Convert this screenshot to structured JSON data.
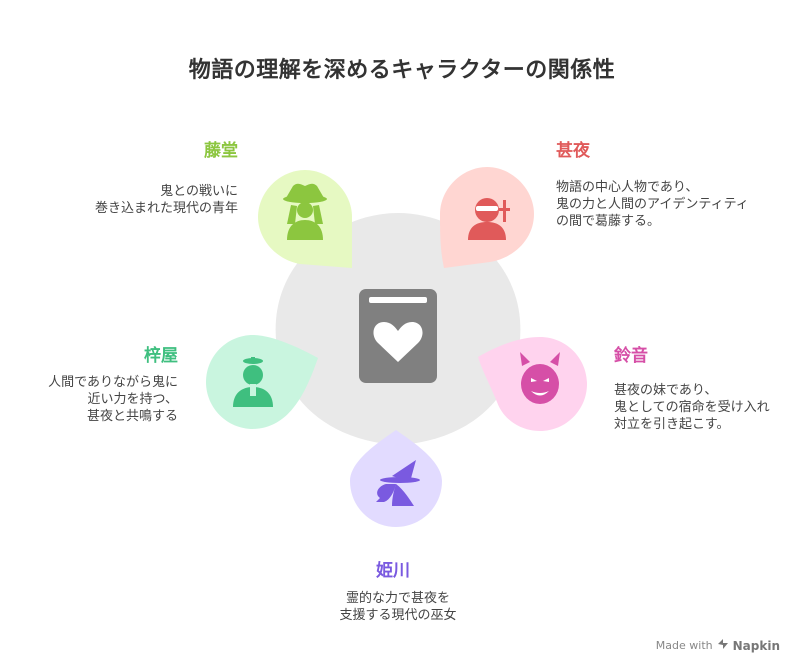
{
  "title": "物語の理解を深めるキャラクターの関係性",
  "center": {
    "icon": "book-heart-icon",
    "color": "#808080"
  },
  "characters": [
    {
      "name": "甚夜",
      "color": "#e05a5a",
      "bubble": "#ffd6d2",
      "icon": "ninja-icon",
      "desc": [
        "物語の中心人物であり、",
        "鬼の力と人間のアイデンティティ",
        "の間で葛藤する。"
      ]
    },
    {
      "name": "鈴音",
      "color": "#d64fa7",
      "bubble": "#ffd3ee",
      "icon": "demon-icon",
      "desc": [
        "甚夜の妹であり、",
        "鬼としての宿命を受け入れ",
        "対立を引き起こす。"
      ]
    },
    {
      "name": "姫川",
      "color": "#7a5ae0",
      "bubble": "#e2dbff",
      "icon": "witch-icon",
      "desc": [
        "霊的な力で甚夜を",
        "支援する現代の巫女"
      ]
    },
    {
      "name": "梓屋",
      "color": "#3fbf7f",
      "bubble": "#c9f5df",
      "icon": "scholar-icon",
      "desc": [
        "人間でありながら鬼に",
        "近い力を持つ、",
        "甚夜と共鳴する"
      ]
    },
    {
      "name": "藤堂",
      "color": "#8cc63f",
      "bubble": "#e6f9c2",
      "icon": "cowboy-icon",
      "desc": [
        "鬼との戦いに",
        "巻き込まれた現代の青年"
      ]
    }
  ],
  "watermark": {
    "prefix": "Made with",
    "brand": "Napkin"
  }
}
